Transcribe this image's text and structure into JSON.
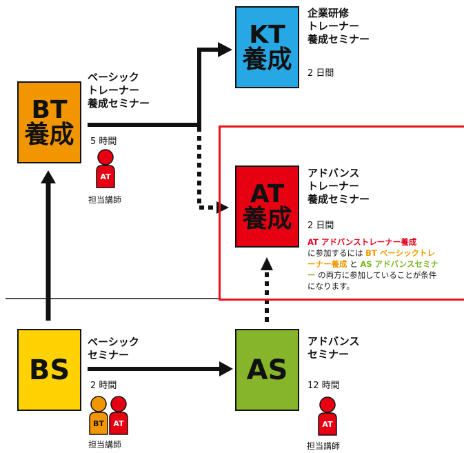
{
  "colors": {
    "bt": "#f29600",
    "kt": "#27a7e3",
    "at": "#e60012",
    "bs": "#ffd200",
    "as": "#86b52b",
    "highlight": "#e8121b",
    "person_orange": "#f29600",
    "person_red": "#e60012"
  },
  "nodes": {
    "kt": {
      "box_line1": "KT",
      "box_line2": "養成",
      "title": "企業研修\nトレーナー\n養成セミナー",
      "duration": "2 日間"
    },
    "bt": {
      "box_line1": "BT",
      "box_line2": "養成",
      "title": "ベーシック\nトレーナー\n養成セミナー",
      "duration": "5 時間",
      "instructors": [
        "AT"
      ],
      "instructor_label": "担当講師"
    },
    "at": {
      "box_line1": "AT",
      "box_line2": "養成",
      "title": "アドバンス\nトレーナー\n養成セミナー",
      "duration": "2 日間"
    },
    "bs": {
      "box_line1": "BS",
      "title": "ベーシック\nセミナー",
      "duration": "2 時間",
      "instructors": [
        "BT",
        "AT"
      ],
      "instructor_label": "担当講師"
    },
    "as": {
      "box_line1": "AS",
      "title": "アドバンス\nセミナー",
      "duration": "12 時間",
      "instructors": [
        "AT"
      ],
      "instructor_label": "担当講師"
    }
  },
  "note": {
    "part1": "AT アドバンストレーナー養成",
    "part2": "に参加するには",
    "part3": "BT ベーシックトレーナー養成",
    "part4": "と",
    "part5": "AS アドバンスセミナー",
    "part6": "の両方に参加していることが条件になります。"
  }
}
